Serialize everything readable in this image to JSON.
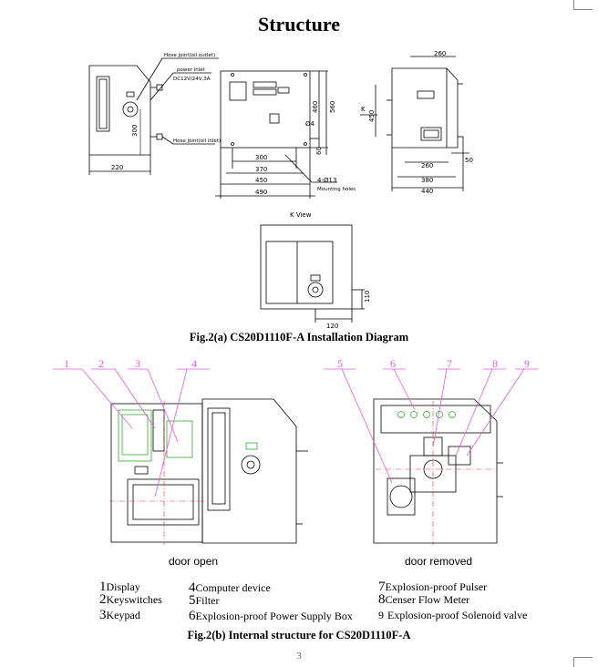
{
  "page": {
    "title": "Structure",
    "page_number": "3"
  },
  "fig_a": {
    "caption": "Fig.2(a) CS20D1110F-A Installation Diagram",
    "side_labels": {
      "hose_outlet": "Hose joint(oil outlet)",
      "power_inlet": "power inlet",
      "power_spec": "DC12V/24V,3A",
      "hose_inlet": "Hose joint(oil inlet)"
    },
    "side_dims": {
      "width": "220",
      "height": "300"
    },
    "front_labels": {
      "mounting_holes": "4-Ø13",
      "mounting_text": "Mounting holes",
      "bolt": "Ø4"
    },
    "front_dims": {
      "w1": "300",
      "w2": "370",
      "w3": "450",
      "w4": "490",
      "h1": "460",
      "h2": "560",
      "h3": "60"
    },
    "right_labels": {
      "k_arrow": "K"
    },
    "right_dims": {
      "top": "260",
      "d1": "260",
      "d2": "380",
      "d3": "440",
      "d4": "50",
      "h": "450"
    },
    "k_view": {
      "label": "K View",
      "d1": "120",
      "d2": "110"
    }
  },
  "fig_b": {
    "caption": "Fig.2(b) Internal structure for CS20D1110F-A",
    "callouts": [
      "1",
      "2",
      "3",
      "4",
      "5",
      "6",
      "7",
      "8",
      "9"
    ],
    "door_open": "door open",
    "door_removed": "door removed",
    "legend": [
      {
        "num": "1",
        "text": "Display"
      },
      {
        "num": "2",
        "text": "Keyswitches"
      },
      {
        "num": "3",
        "text": "Keypad"
      },
      {
        "num": "4",
        "text": "Computer device"
      },
      {
        "num": "5",
        "text": "Filter"
      },
      {
        "num": "6",
        "text": "Explosion-proof Power Supply Box"
      },
      {
        "num": "7",
        "text": "Explosion-proof Pulser"
      },
      {
        "num": "8",
        "text": "Censer Flow Meter"
      },
      {
        "num": "9",
        "text": "Explosion-proof Solenoid valve"
      }
    ]
  }
}
